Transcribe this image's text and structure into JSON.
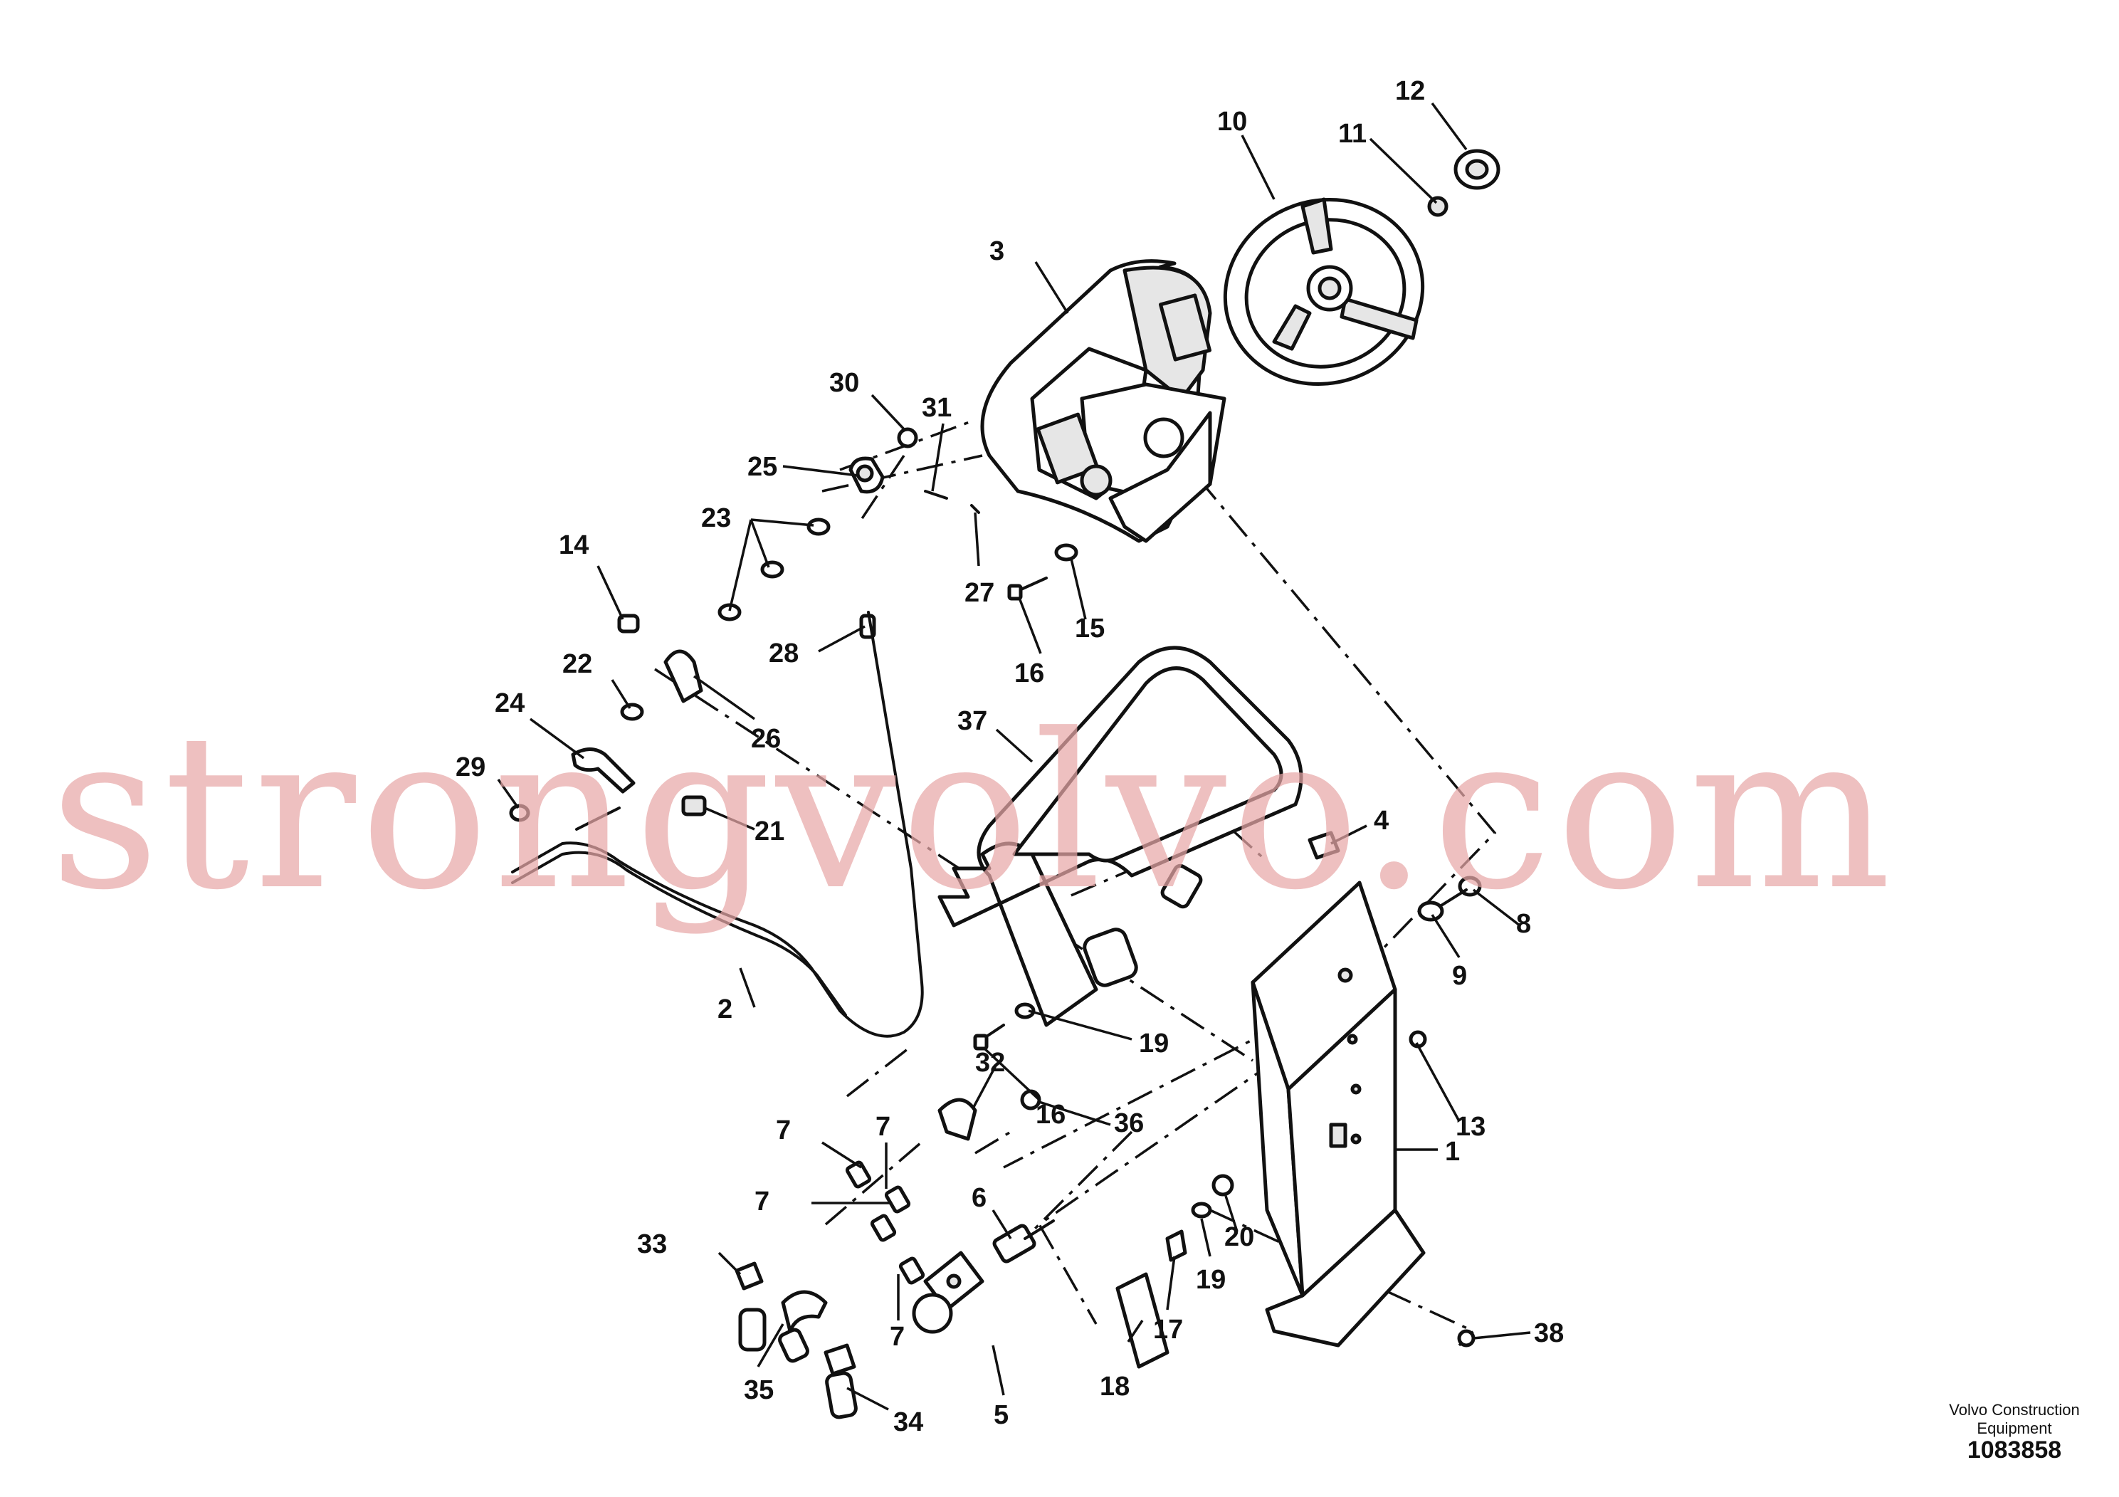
{
  "watermark": "strongvolvo.com",
  "brand": {
    "line1": "Volvo Construction",
    "line2": "Equipment"
  },
  "document_number": "1083858",
  "callouts": {
    "c1": "1",
    "c2": "2",
    "c3": "3",
    "c4": "4",
    "c5": "5",
    "c6": "6",
    "c7a": "7",
    "c7b": "7",
    "c7c": "7",
    "c7d": "7",
    "c8": "8",
    "c9": "9",
    "c10": "10",
    "c11": "11",
    "c12": "12",
    "c13": "13",
    "c14": "14",
    "c15": "15",
    "c16a": "16",
    "c16b": "16",
    "c17": "17",
    "c18": "18",
    "c19a": "19",
    "c19b": "19",
    "c20": "20",
    "c21": "21",
    "c22": "22",
    "c23": "23",
    "c24": "24",
    "c25": "25",
    "c26": "26",
    "c27": "27",
    "c28": "28",
    "c29": "29",
    "c30": "30",
    "c31": "31",
    "c32": "32",
    "c33": "33",
    "c34": "34",
    "c35": "35",
    "c36": "36",
    "c37": "37",
    "c38": "38"
  }
}
